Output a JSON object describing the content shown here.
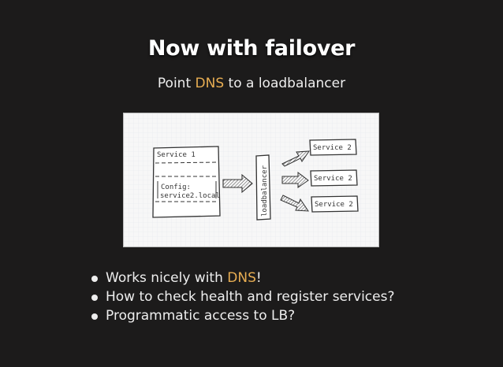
{
  "slide": {
    "title": "Now with failover",
    "subtitle": {
      "before": "Point ",
      "highlight": "DNS",
      "after": " to a loadbalancer"
    },
    "accent_color": "#e7ad52",
    "background_color": "#1c1b1b"
  },
  "diagram": {
    "left_box_label": "Service 1",
    "config_label": "Config:",
    "config_value": "service2.local",
    "loadbalancer_label": "loadbalancer",
    "targets": [
      "Service 2",
      "Service 2",
      "Service 2"
    ]
  },
  "bullets": [
    {
      "before": "Works nicely with ",
      "highlight": "DNS",
      "after": "!"
    },
    {
      "before": "How to check health and register services?",
      "highlight": "",
      "after": ""
    },
    {
      "before": "Programmatic access to LB?",
      "highlight": "",
      "after": ""
    }
  ]
}
